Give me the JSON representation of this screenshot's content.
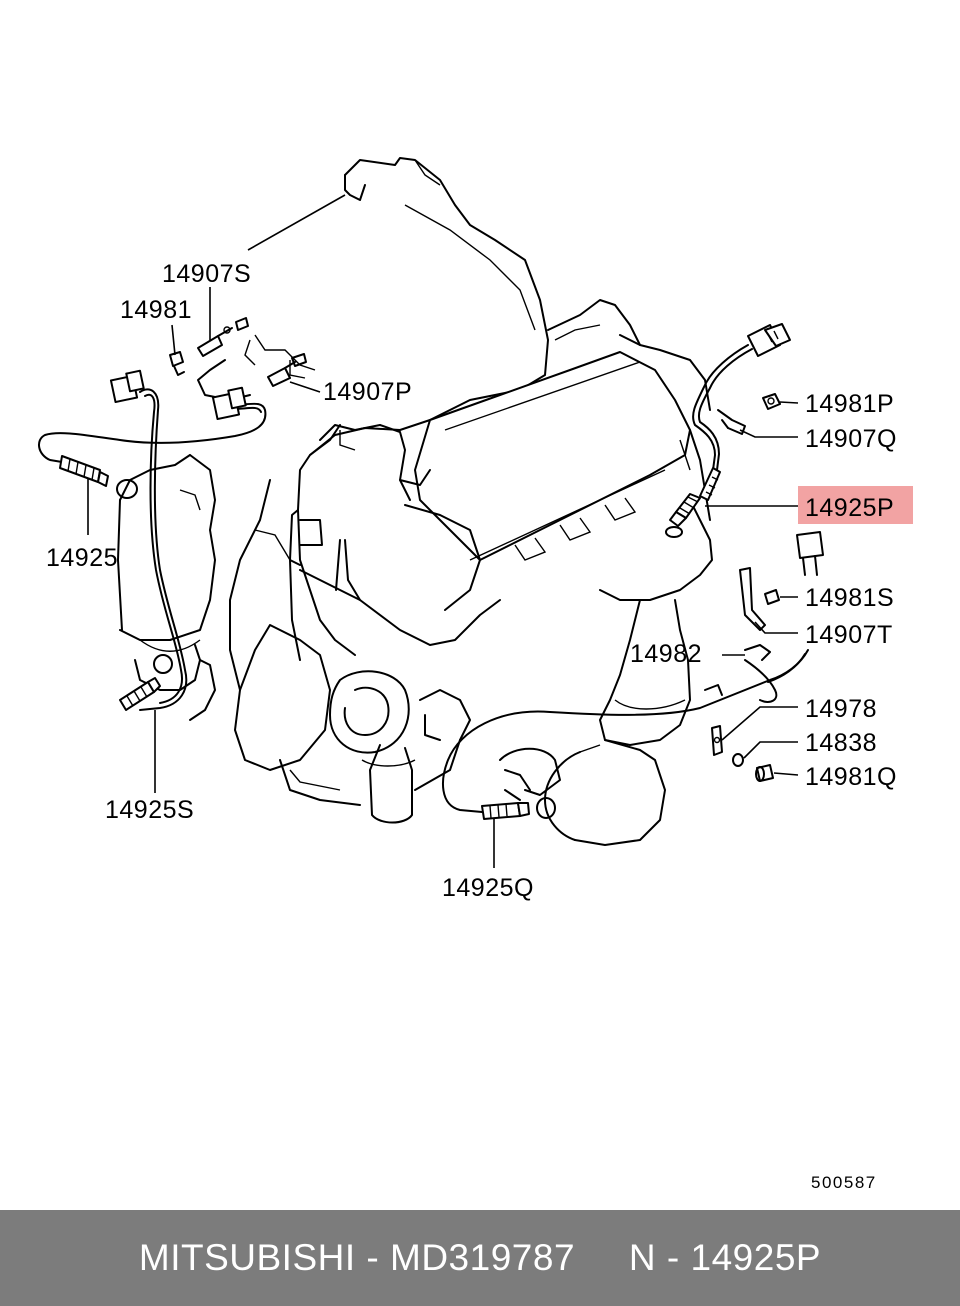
{
  "diagram": {
    "highlight_color": "#f2a3a3",
    "diagram_number": "500587",
    "callouts": {
      "c14907S": "14907S",
      "c14981": "14981",
      "c14907P": "14907P",
      "c14925": "14925",
      "c14925S": "14925S",
      "c14925Q": "14925Q",
      "c14981P": "14981P",
      "c14907Q": "14907Q",
      "c14925P": "14925P",
      "c14981S": "14981S",
      "c14907T": "14907T",
      "c14982": "14982",
      "c14978": "14978",
      "c14838": "14838",
      "c14981Q": "14981Q"
    }
  },
  "footer": {
    "background": "#7c7c7c",
    "text": "MITSUBISHI - MD319787     N - 14925P"
  }
}
